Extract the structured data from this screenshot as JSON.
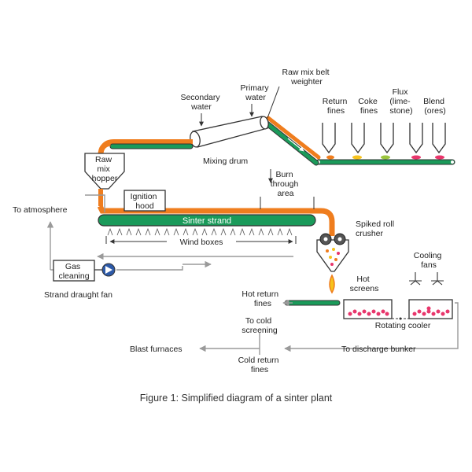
{
  "labels": {
    "raw_mix_belt_weighter": [
      "Raw mix belt",
      "weighter"
    ],
    "primary_water": [
      "Primary",
      "water"
    ],
    "secondary_water": [
      "Secondary",
      "water"
    ],
    "mixing_drum": "Mixing drum",
    "return_fines": [
      "Return",
      "fines"
    ],
    "coke_fines": [
      "Coke",
      "fines"
    ],
    "flux": [
      "Flux",
      "(lime-",
      "stone)"
    ],
    "blend": [
      "Blend",
      "(ores)"
    ],
    "raw_mix_hopper": [
      "Raw",
      "mix",
      "hopper"
    ],
    "burn_through_area": [
      "Burn",
      "through",
      "area"
    ],
    "ignition_hood": [
      "Ignition",
      "hood"
    ],
    "to_atmosphere": "To atmosphere",
    "sinter_strand": "Sinter strand",
    "wind_boxes": "Wind boxes",
    "spiked_roll_crusher": [
      "Spiked roll",
      "crusher"
    ],
    "gas_cleaning": [
      "Gas",
      "cleaning"
    ],
    "strand_draught_fan": "Strand draught fan",
    "cooling_fans": [
      "Cooling",
      "fans"
    ],
    "hot_screens": [
      "Hot",
      "screens"
    ],
    "hot_return_fines": [
      "Hot return",
      "fines"
    ],
    "rotating_cooler": "Rotating cooler",
    "to_cold_screening": [
      "To cold",
      "screening"
    ],
    "blast_furnaces": "Blast furnaces",
    "to_discharge_bunker": "To discharge bunker",
    "cold_return_fines": [
      "Cold return",
      "fines"
    ]
  },
  "caption": "Figure 1: Simplified diagram of a sinter plant",
  "colors": {
    "conveyor_green": "#1a9a5a",
    "material_orange": "#ef7d1e",
    "hot_yellow": "#f6c21c",
    "pink": "#e8356b",
    "arrow_grey": "#9a9a9a",
    "outline": "#333333"
  }
}
